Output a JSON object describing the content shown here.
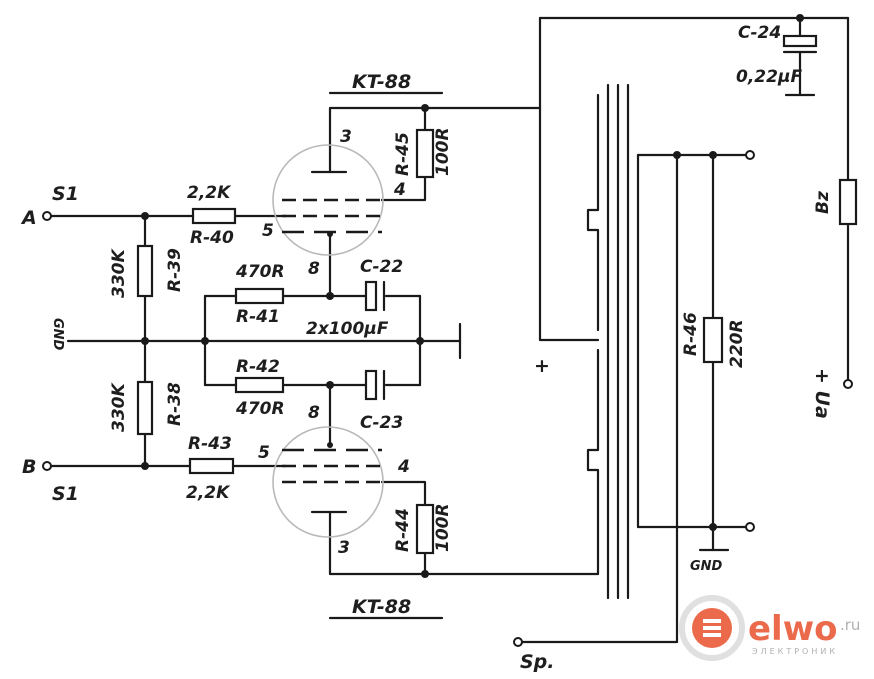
{
  "tubes": {
    "upper": {
      "name": "KT-88",
      "pin_plate": "3",
      "pin_screen": "4",
      "pin_grid": "5",
      "pin_cathode": "8"
    },
    "lower": {
      "name": "KT-88",
      "pin_plate": "3",
      "pin_screen": "4",
      "pin_grid": "5",
      "pin_cathode": "8"
    }
  },
  "inputs": {
    "a_label": "A",
    "a_switch": "S1",
    "b_label": "B",
    "b_switch": "S1"
  },
  "resistors": {
    "r40": {
      "ref": "R-40",
      "value": "2,2K"
    },
    "r43": {
      "ref": "R-43",
      "value": "2,2K"
    },
    "r39": {
      "ref": "R-39",
      "value": "330K"
    },
    "r38": {
      "ref": "R-38",
      "value": "330K"
    },
    "r41": {
      "ref": "R-41",
      "value": "470R"
    },
    "r42": {
      "ref": "R-42",
      "value": "470R"
    },
    "r45": {
      "ref": "R-45",
      "value": "100R"
    },
    "r44": {
      "ref": "R-44",
      "value": "100R"
    },
    "r46": {
      "ref": "R-46",
      "value": "220R"
    },
    "bz": {
      "ref": "Bz"
    }
  },
  "capacitors": {
    "c22": {
      "ref": "C-22"
    },
    "c23": {
      "ref": "C-23"
    },
    "pair_value": "2x100µF",
    "c24": {
      "ref": "C-24",
      "value": "0,22µF"
    }
  },
  "labels": {
    "gnd_left": "GND",
    "gnd_bottom": "GND",
    "plus": "+",
    "ua": "+ Ua",
    "speaker": "Sp."
  },
  "watermark": {
    "brand": "elwo",
    "tld": ".ru",
    "sub": "ЭЛЕКТРОНИК"
  },
  "colors": {
    "ink": "#1a1a1a",
    "tube_outline": "#b9b9b9",
    "watermark": "#ec6a4c"
  }
}
